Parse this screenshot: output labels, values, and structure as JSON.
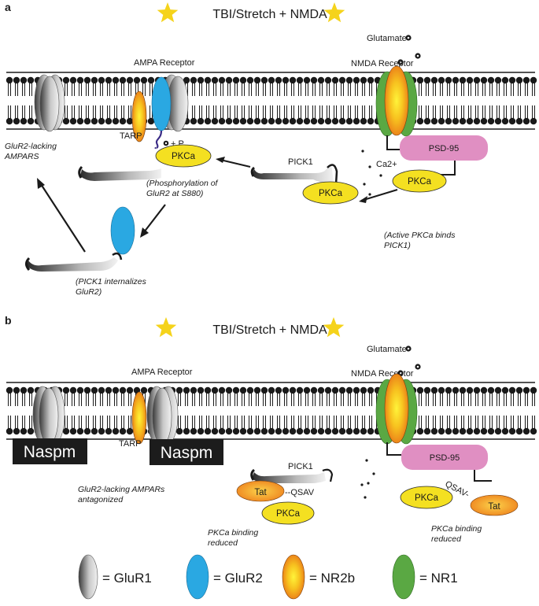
{
  "panel_a": {
    "letter": "a",
    "title": "TBI/Stretch + NMDA",
    "glutamate": "Glutamate",
    "nmda_receptor": "NMDA Receptor",
    "ampa_receptor": "AMPA Receptor",
    "tarp": "TARP",
    "plus_p": "+ P",
    "psd95": "PSD-95",
    "ca": "Ca2+",
    "pkca": "PKCa",
    "pick1": "PICK1",
    "glur2_lacking": [
      "GluR2-lacking",
      "AMPARS"
    ],
    "phospho": [
      "(Phosphorylation of",
      "GluR2 at S880)"
    ],
    "active": [
      "(Active PKCa binds",
      "PICK1)"
    ],
    "internalize": [
      "(PICK1 internalizes",
      "GluR2)"
    ]
  },
  "panel_b": {
    "letter": "b",
    "title": "TBI/Stretch + NMDA",
    "glutamate": "Glutamate",
    "nmda_receptor": "NMDA Receptor",
    "ampa_receptor": "AMPA Receptor",
    "tarp": "TARP",
    "naspm": "Naspm",
    "psd95": "PSD-95",
    "pick1": "PICK1",
    "pkca": "PKCa",
    "tat": "Tat",
    "qsav": "--QSAV",
    "qsav2": "QSAV-",
    "antagonized": [
      "GluR2-lacking AMPARs",
      "antagonized"
    ],
    "binding_reduced": [
      "PKCa binding",
      "reduced"
    ]
  },
  "legend": [
    {
      "label": "= GluR1",
      "icon": "glur1-gray-oval"
    },
    {
      "label": "= GluR2",
      "icon": "glur2-blue-oval"
    },
    {
      "label": "= NR2b",
      "icon": "nr2b-orange-oval"
    },
    {
      "label": "= NR1",
      "icon": "nr1-green-oval"
    }
  ],
  "colors": {
    "glur2": "#2aa8e2",
    "nr1": "#5aa843",
    "nr2b": "#f39a1e",
    "pkca": "#f4e021",
    "psd95": "#e08fc2",
    "tat": "#f29323",
    "star": "#f5d31b",
    "naspm": "#1c1c1c"
  }
}
